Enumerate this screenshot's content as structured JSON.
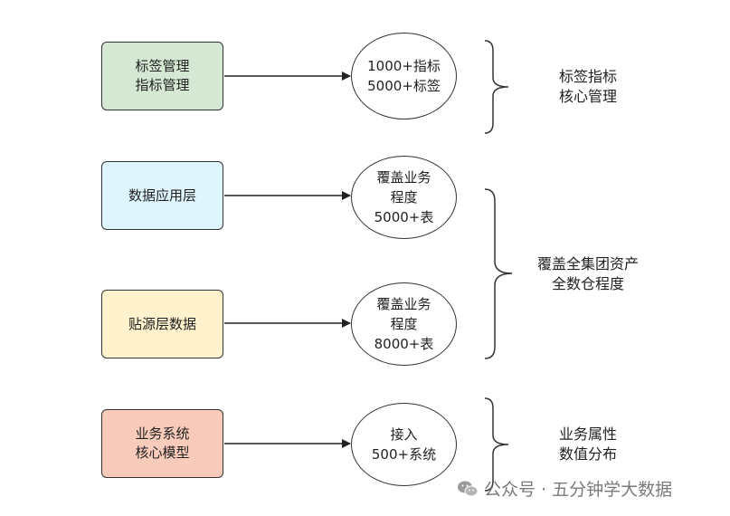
{
  "sources": [
    {
      "lines": [
        "标签管理",
        "指标管理"
      ],
      "color": "#d5e8d4"
    },
    {
      "lines": [
        "数据应用层"
      ],
      "color": "#dff5fd"
    },
    {
      "lines": [
        "贴源层数据"
      ],
      "color": "#fff2cc"
    },
    {
      "lines": [
        "业务系统",
        "核心模型"
      ],
      "color": "#f8cbbb"
    }
  ],
  "coverage": [
    {
      "lines": [
        "1000+指标",
        "5000+标签"
      ]
    },
    {
      "lines": [
        "覆盖业务",
        "程度",
        "5000+表"
      ]
    },
    {
      "lines": [
        "覆盖业务",
        "程度",
        "8000+表"
      ]
    },
    {
      "lines": [
        "接入",
        "500+系统"
      ]
    }
  ],
  "summaries": [
    {
      "lines": [
        "标签指标",
        "核心管理"
      ]
    },
    {
      "lines": [
        "覆盖全集团资产",
        "全数仓程度"
      ]
    },
    {
      "lines": [
        "业务属性",
        "数值分布"
      ]
    }
  ],
  "watermark": {
    "text": "公众号 · 五分钟学大数据",
    "icon": "wechat-icon"
  }
}
